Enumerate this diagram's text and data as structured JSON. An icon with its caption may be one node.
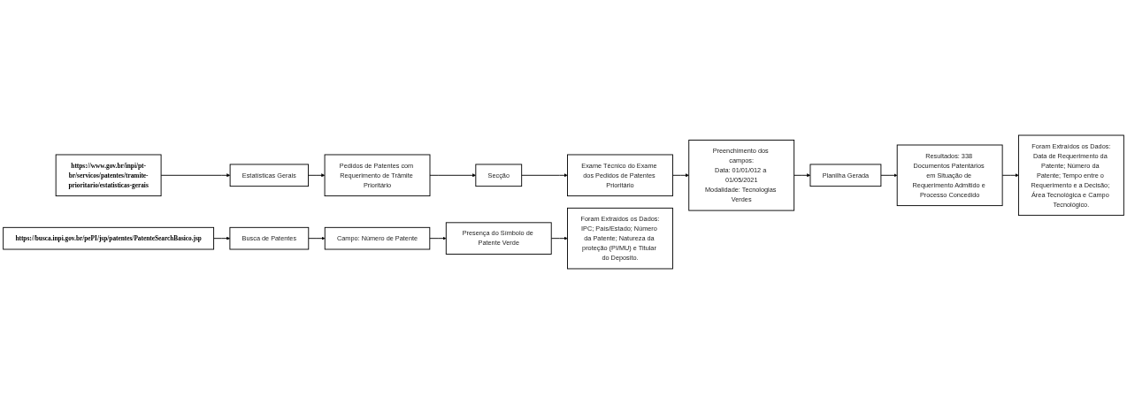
{
  "diagram": {
    "nodes": [
      {
        "text": [
          "https://www.gov.br/inpi/pt-br/servicos/patentes/tramite-prioritario/estatisticas-gerais"
        ]
      },
      {
        "text": [
          "Estatísticas Gerais"
        ]
      },
      {
        "text": [
          "Pedidos de Patentes com Requerimento de Trâmite Prioritário"
        ]
      },
      {
        "text": [
          "Secção"
        ]
      },
      {
        "text": [
          "Exame Técnico do Exame dos Pedidos de Patentes Prioritário"
        ]
      },
      {
        "text": [
          "Preenchimento dos campos:",
          "Data: 01/01/012 a 01/05/2021",
          "Modalidade: Tecnologias Verdes"
        ]
      },
      {
        "text": [
          "Planilha Gerada"
        ]
      },
      {
        "text": [
          "Resultados: 338 Documentos Patentários em Situação de Requerimento Admitido e Processo Concedido"
        ]
      },
      {
        "text": [
          "Foram Extraídos os Dados:",
          "Data de Requerimento da Patente; Número da Patente; Tempo entre o Requerimento e a Decisão; Área Tecnológica e Campo Tecnológico."
        ]
      },
      {
        "text": [
          "https://busca.inpi.gov.br/pePI/jsp/patentes/PatenteSearchBasico.jsp"
        ]
      },
      {
        "text": [
          "Busca de Patentes"
        ]
      },
      {
        "text": [
          "Campo: Número de Patente"
        ]
      },
      {
        "text": [
          "Presença do Símbolo de Patente Verde"
        ]
      },
      {
        "text": [
          "Foram Extraídos os Dados:",
          "IPC; País/Estado; Número da Patente; Natureza da proteção (PI/MU) e Titular do Deposito."
        ]
      }
    ],
    "edges": [
      {
        "from": 0,
        "to": 1,
        "arrow": "to"
      },
      {
        "from": 1,
        "to": 2,
        "arrow": "to"
      },
      {
        "from": 2,
        "to": 3,
        "arrow": "to"
      },
      {
        "from": 3,
        "to": 4,
        "arrow": "to"
      },
      {
        "from": 4,
        "to": 5,
        "arrow": "to"
      },
      {
        "from": 5,
        "to": 6,
        "arrow": "to"
      },
      {
        "from": 6,
        "to": 7,
        "arrow": "to"
      },
      {
        "from": 7,
        "to": 8,
        "arrow": "to"
      },
      {
        "from": 9,
        "to": 10,
        "arrow": "to"
      },
      {
        "from": 10,
        "to": 11,
        "arrow": "to"
      },
      {
        "from": 11,
        "to": 12,
        "arrow": "to"
      },
      {
        "from": 12,
        "to": 13,
        "arrow": "to"
      }
    ]
  }
}
